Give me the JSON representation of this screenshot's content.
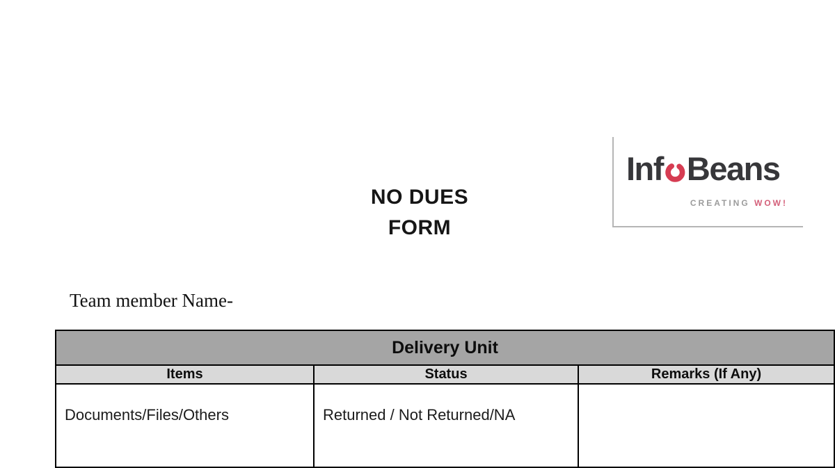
{
  "title": {
    "line1": "NO DUES",
    "line2": "FORM"
  },
  "logo": {
    "wordmark_prefix": "Inf",
    "wordmark_suffix": "Beans",
    "bean_icon": "red-bean-o",
    "tagline_creating": "CREATING",
    "tagline_wow": "WOW!",
    "colors": {
      "wordmark_text": "#37373a",
      "bean_red": "#d63c52",
      "tagline_gray": "#9b9b9b",
      "tagline_accent": "#d4607a"
    }
  },
  "form": {
    "team_member_label": "Team member Name-"
  },
  "table": {
    "section_title": "Delivery Unit",
    "columns": [
      "Items",
      "Status",
      "Remarks (If Any)"
    ],
    "rows": [
      {
        "items": "Documents/Files/Others",
        "status": "Returned / Not Returned/NA",
        "remarks": ""
      }
    ],
    "colors": {
      "section_title_bg": "#a5a5a5",
      "header_bg": "#d9d9d9",
      "border": "#000000"
    }
  }
}
